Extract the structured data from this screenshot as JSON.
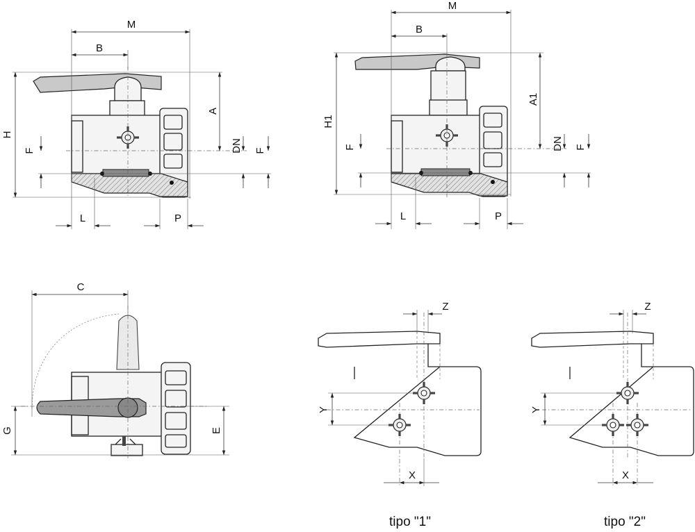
{
  "dimension_labels": {
    "M": "M",
    "B": "B",
    "H": "H",
    "H1": "H1",
    "A": "A",
    "A1": "A1",
    "DN": "DN",
    "F": "F",
    "L": "L",
    "P": "P",
    "C": "C",
    "G": "G",
    "E": "E",
    "X": "X",
    "Y": "Y",
    "Z": "Z"
  },
  "captions": {
    "tipo1": "tipo \"1\"",
    "tipo2": "tipo \"2\""
  }
}
